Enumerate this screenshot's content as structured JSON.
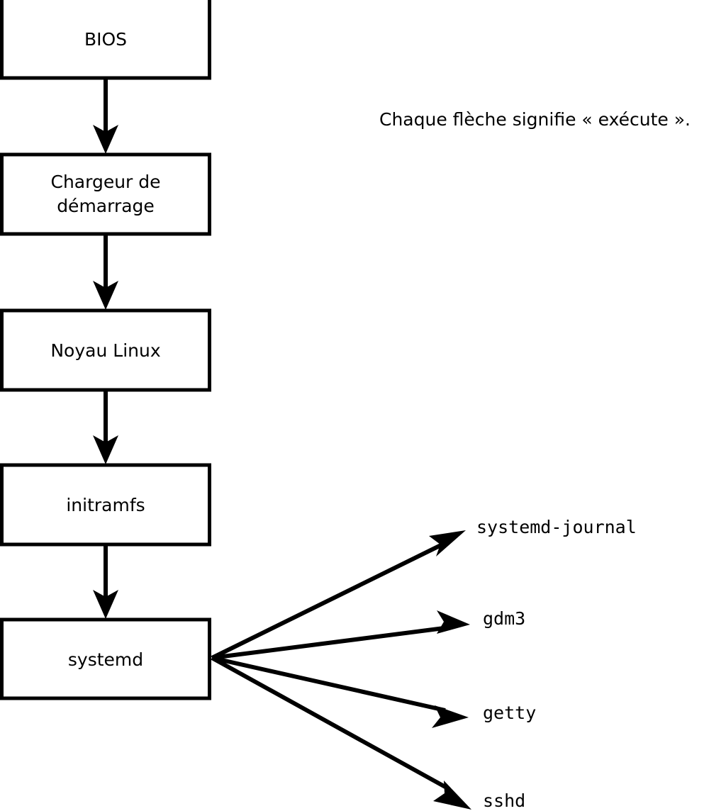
{
  "diagram": {
    "title_caption": "Chaque flèche signifie « exécute ».",
    "boot_chain": [
      {
        "id": "bios",
        "label": "BIOS",
        "lines": [
          "BIOS"
        ]
      },
      {
        "id": "bootloader",
        "label": "Chargeur de démarrage",
        "lines": [
          "Chargeur de",
          "démarrage"
        ]
      },
      {
        "id": "kernel",
        "label": "Noyau Linux",
        "lines": [
          "Noyau Linux"
        ]
      },
      {
        "id": "initramfs",
        "label": "initramfs",
        "lines": [
          "initramfs"
        ]
      },
      {
        "id": "systemd",
        "label": "systemd",
        "lines": [
          "systemd"
        ]
      }
    ],
    "services": [
      {
        "id": "systemd-journal",
        "label": "systemd-journal"
      },
      {
        "id": "gdm3",
        "label": "gdm3"
      },
      {
        "id": "getty",
        "label": "getty"
      },
      {
        "id": "sshd",
        "label": "sshd"
      }
    ],
    "colors": {
      "stroke": "#000000",
      "fill": "#ffffff",
      "background": "#ffffff"
    }
  }
}
